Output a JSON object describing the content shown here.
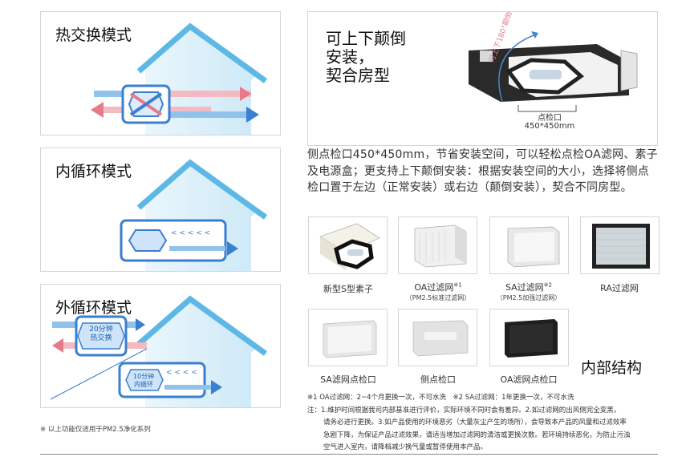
{
  "modes": [
    {
      "title": "热交换模式"
    },
    {
      "title": "内循环模式"
    },
    {
      "title": "外循环模式",
      "badge_outer_1": "20分钟",
      "badge_outer_2": "热交换",
      "badge_inner_1": "10分钟",
      "badge_inner_2": "内循环"
    }
  ],
  "install": {
    "title_lines": [
      "可上下颠倒",
      "安装，",
      "契合房型"
    ],
    "rotation_label": "可上下180°颠倒",
    "port_label": "点检口",
    "port_size": "450*450mm"
  },
  "description": "侧点检口450*450mm，节省安装空间，可以轻松点检OA滤网、素子及电源盒；更支持上下颠倒安装：根据安装空间的大小，选择将侧点检口置于左边（正常安装）或右边（颠倒安装），契合不同房型。",
  "parts_row1": [
    {
      "label": "新型S型素子",
      "sub": ""
    },
    {
      "label": "OA过滤网",
      "sup": "※1",
      "sub": "（PM2.5标准过滤网）"
    },
    {
      "label": "SA过滤网",
      "sup": "※2",
      "sub": "（PM2.5加强过滤网）"
    },
    {
      "label": "RA过滤网",
      "sub": ""
    }
  ],
  "parts_row2": [
    {
      "label": "SA滤网点检口"
    },
    {
      "label": "侧点检口"
    },
    {
      "label": "OA滤网点检口"
    }
  ],
  "inner_structure": "内部结构",
  "notes": {
    "line1": "※1 OA过滤网：2~4个月更换一次，不可水洗　※2 SA过滤网：1年更换一次，不可水洗",
    "line2": "注：1.维护时间根据我司内部基准进行评价，实际环境不同时会有差异。2.如过滤网的出风侧完全变黑，",
    "line3": "请务必进行更换。3.如产品使用的环境恶劣（大量灰尘产生的场所），会导致本产品的风量和过滤效率",
    "line4": "急剧下降，为保证产品过滤效果，请适当增加过滤网的清洁或更换次数。若环境持续恶化，为防止污浊",
    "line5": "空气进入室内，请降档减少换气量或暂停使用本产品。"
  },
  "footnote": "※ 以上功能仅适用于PM2.5净化系列",
  "colors": {
    "house_blue": "#5eb8e6",
    "fresh_blue": "#3a7fd0",
    "warm_pink": "#e77b8a"
  }
}
